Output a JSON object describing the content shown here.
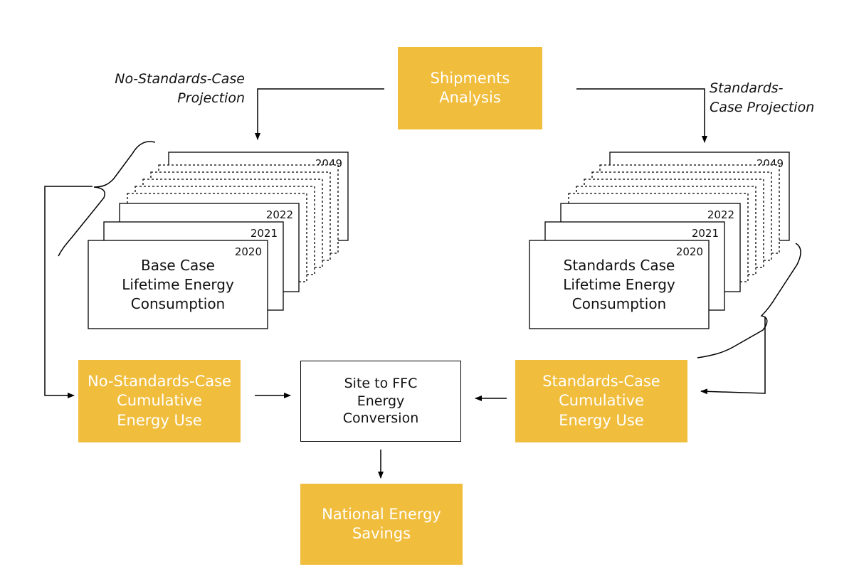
{
  "boxes": {
    "shipments": [
      "Shipments",
      "Analysis"
    ],
    "no_standards_cumulative": [
      "No-Standards-Case",
      "Cumulative",
      "Energy Use"
    ],
    "site_to_ffc": [
      "Site to FFC",
      "Energy",
      "Conversion"
    ],
    "standards_cumulative": [
      "Standards-Case",
      "Cumulative",
      "Energy Use"
    ],
    "national_savings": [
      "National Energy",
      "Savings"
    ]
  },
  "labels": {
    "no_standards_projection": [
      "No-Standards-Case",
      "Projection"
    ],
    "standards_projection": [
      "Standards-",
      "Case Projection"
    ]
  },
  "left_stack": {
    "front_text": [
      "Base Case",
      "Lifetime Energy",
      "Consumption"
    ],
    "years": [
      "2020",
      "2021",
      "2022",
      "2049"
    ]
  },
  "right_stack": {
    "front_text": [
      "Standards Case",
      "Lifetime Energy",
      "Consumption"
    ],
    "years": [
      "2020",
      "2021",
      "2022",
      "2049"
    ]
  },
  "colors": {
    "accent": "#f0bd3d",
    "line": "#000000"
  }
}
